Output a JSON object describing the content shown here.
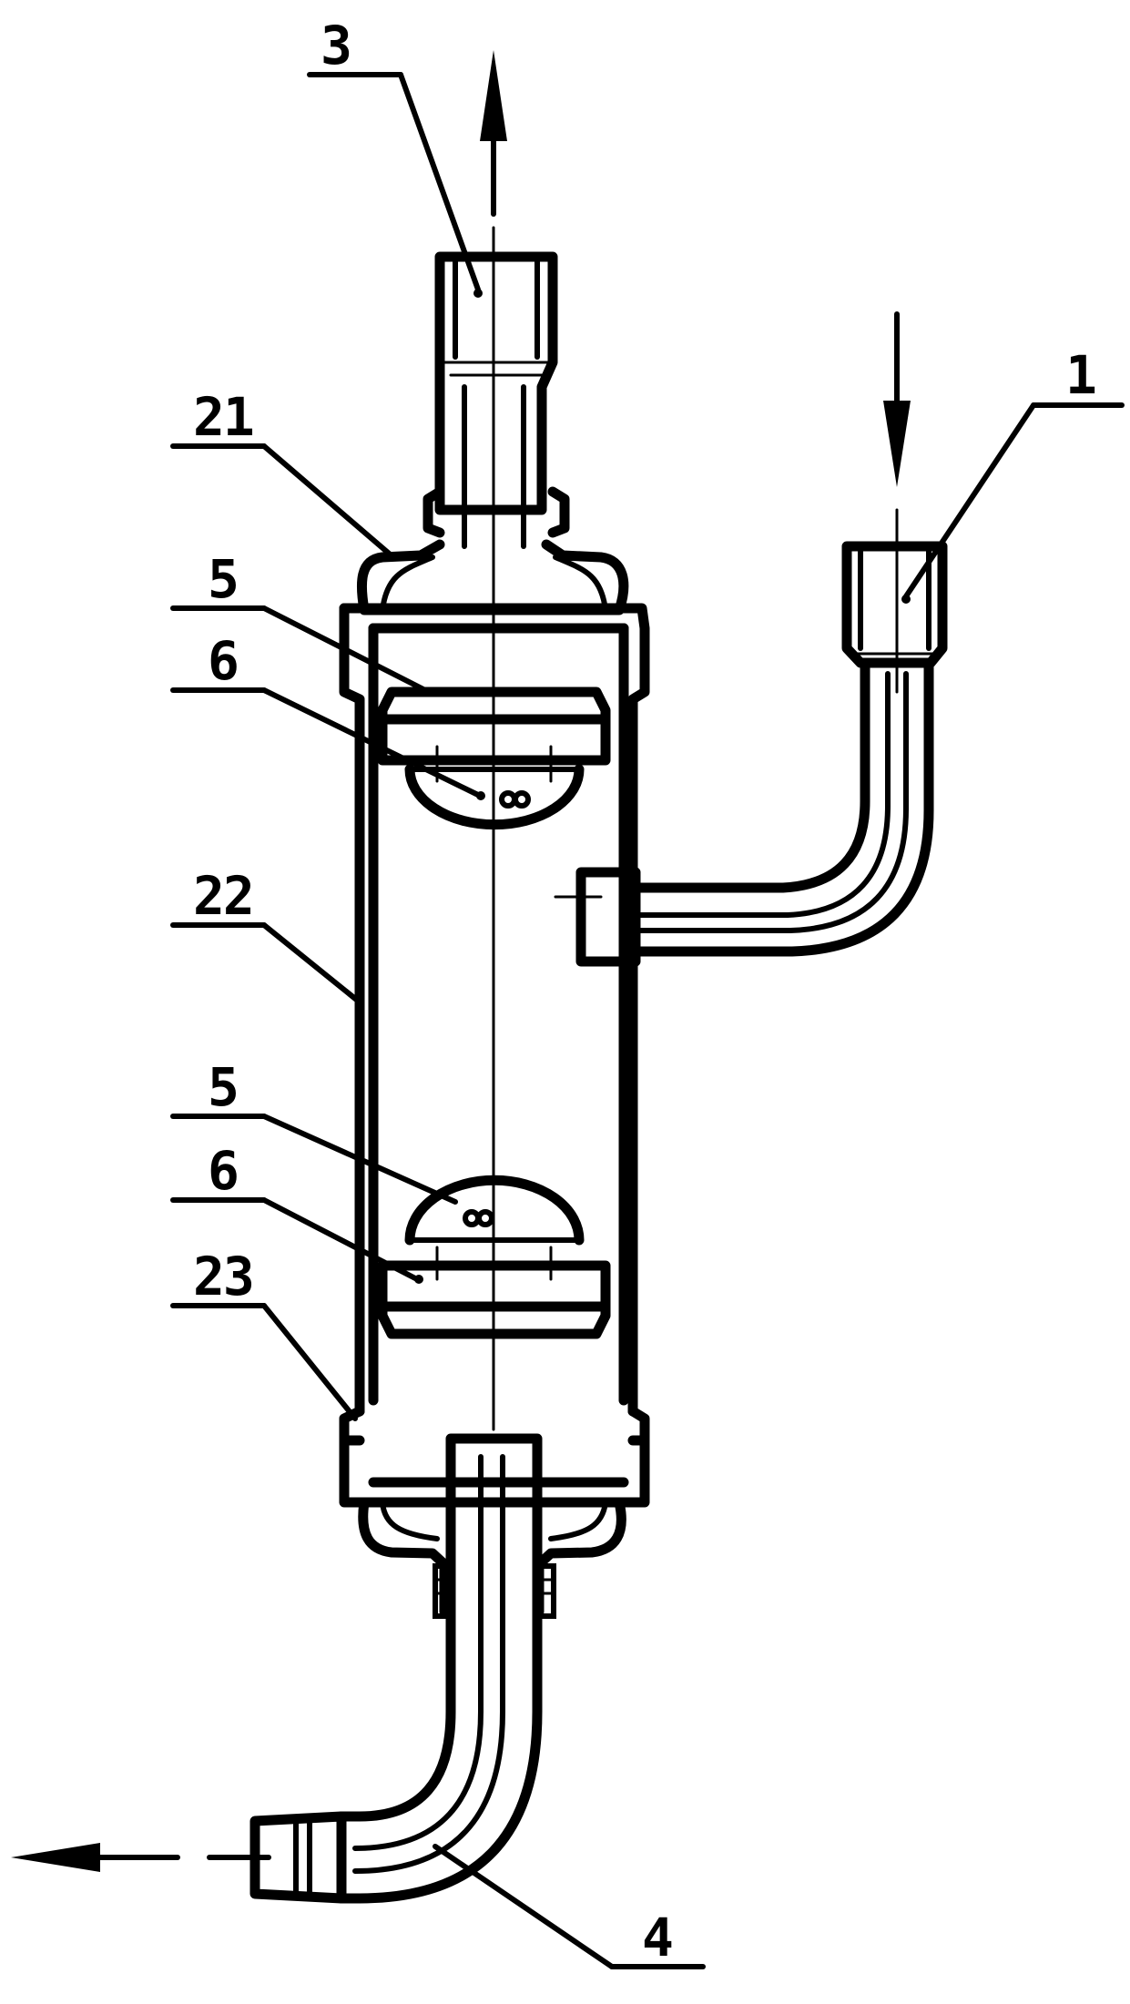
{
  "labels": {
    "outlet_top": "3",
    "inlet": "1",
    "upper_cap": "21",
    "upper_screen": "5",
    "upper_filter": "6",
    "shell": "22",
    "lower_screen": "5",
    "lower_filter": "6",
    "lower_cap": "23",
    "outlet_bottom": "4"
  }
}
